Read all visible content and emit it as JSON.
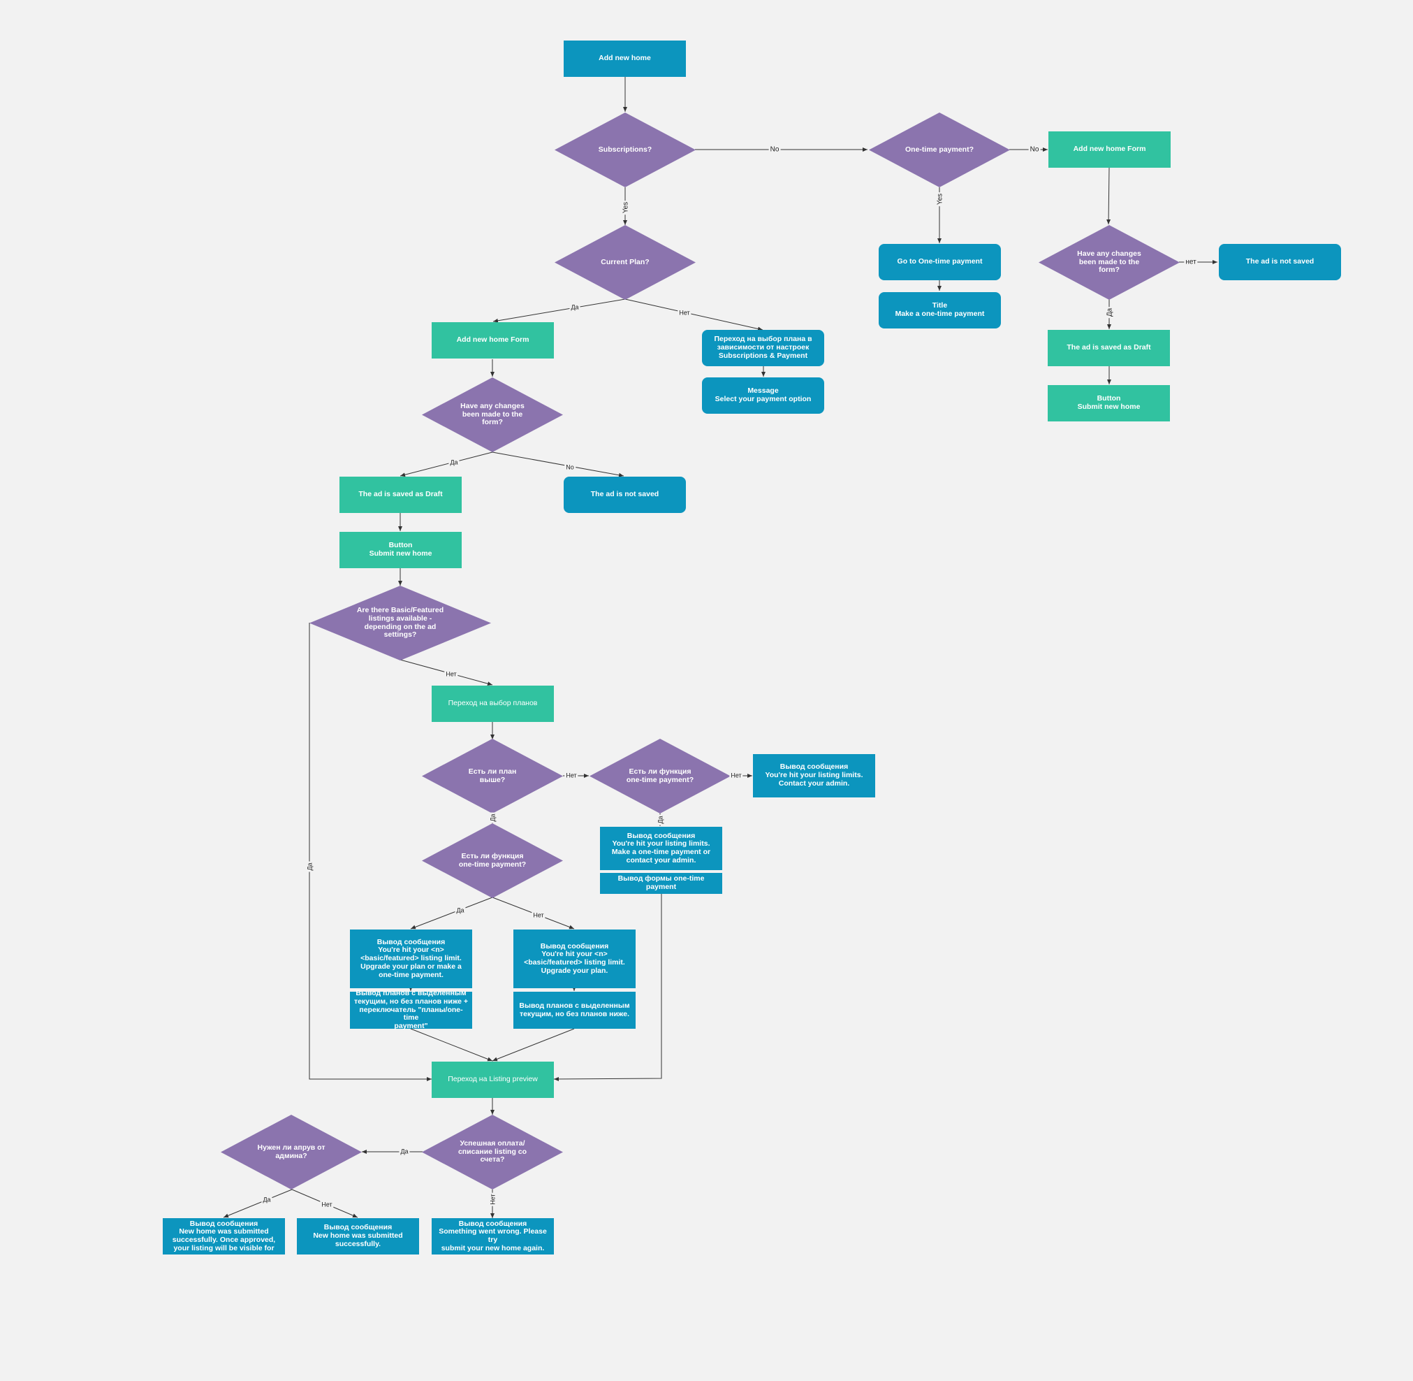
{
  "diagram": {
    "colors": {
      "background": "#f2f2f2",
      "teal": "#31c2a0",
      "blue": "#0c95be",
      "purple": "#8b74ae",
      "edge": "#333333"
    },
    "nodes": {
      "add_new_home": "Add new home",
      "subscriptions": "Subscriptions?",
      "one_time_payment_q": "One-time payment?",
      "form_right": "Add new home Form",
      "current_plan": "Current Plan?",
      "go_one_time": "Go to One-time payment",
      "title_make_payment": "Title\nMake a one-time payment",
      "changes_right": "Have any changes\nbeen made to the\nform?",
      "not_saved_right": "The ad is not saved",
      "draft_right": "The ad is saved as Draft",
      "submit_right": "Button\nSubmit new home",
      "form_left": "Add new home Form",
      "plan_transition": "Переход на выбор плана в\nзависимости от настроек\nSubscriptions & Payment",
      "message_select": "Message\nSelect your payment option",
      "changes_left": "Have any changes\nbeen made to the\nform?",
      "draft_left": "The ad is saved as Draft",
      "not_saved_left": "The ad is not saved",
      "submit_left": "Button\nSubmit new home",
      "basic_featured": "Are there Basic/Featured\nlistings available -\ndepending on the ad\nsettings?",
      "plans_transition": "Переход на выбор планов",
      "higher_plan": "Есть ли план\nвыше?",
      "otp_function_right": "Есть ли функция\none-time payment?",
      "msg_contact_admin": "Вывод сообщения\nYou're hit your listing limits.\nContact your admin.",
      "otp_function_left": "Есть ли функция\none-time payment?",
      "msg_make_otp": "Вывод сообщения\nYou're hit your listing limits.\nMake a one-time payment or\ncontact your admin.",
      "otp_form": "Вывод формы one-time payment",
      "msg_upgrade_or_otp": "Вывод сообщения\nYou're hit your <n>\n<basic/featured> listing limit.\nUpgrade your plan or make a\none-time payment.",
      "msg_upgrade": "Вывод сообщения\nYou're hit your <n>\n<basic/featured> listing limit.\nUpgrade your plan.",
      "plans_with_switch": "Вывод планов с выделенным\nтекущим, но без планов ниже +\nпереключатель \"планы/one-time\npayment\"",
      "plans_no_lower": "Вывод планов с выделенным\nтекущим, но без планов ниже.",
      "listing_preview": "Переход на Listing preview",
      "admin_approval": "Нужен ли апрув от\nадмина?",
      "payment_success": "Успешная оплата/\nсписание listing со\nсчета?",
      "msg_submitted_approval": "Вывод сообщения\nNew home was submitted\nsuccessfully. Once approved,\nyour listing will be visible for",
      "msg_submitted": "Вывод сообщения\nNew home was submitted\nsuccessfully.",
      "msg_wrong": "Вывод сообщения\nSomething went wrong. Please try\nsubmit your new home again."
    },
    "edge_labels": {
      "no_1": "No",
      "no_2": "No",
      "yes_1": "Yes",
      "yes_2": "Yes",
      "da_1": "Да",
      "net_1": "Нет",
      "net_right": "нет",
      "da_right": "Да",
      "da_2": "Да",
      "no_3": "No",
      "net_2": "Нет",
      "da_long": "Да",
      "net_3": "Нет",
      "net_4": "Нет",
      "da_3": "Да",
      "da_4": "Да",
      "net_5": "Нет",
      "da_5": "Да",
      "da_6": "Да",
      "net_6": "Нет",
      "net_7": "Нет"
    }
  }
}
